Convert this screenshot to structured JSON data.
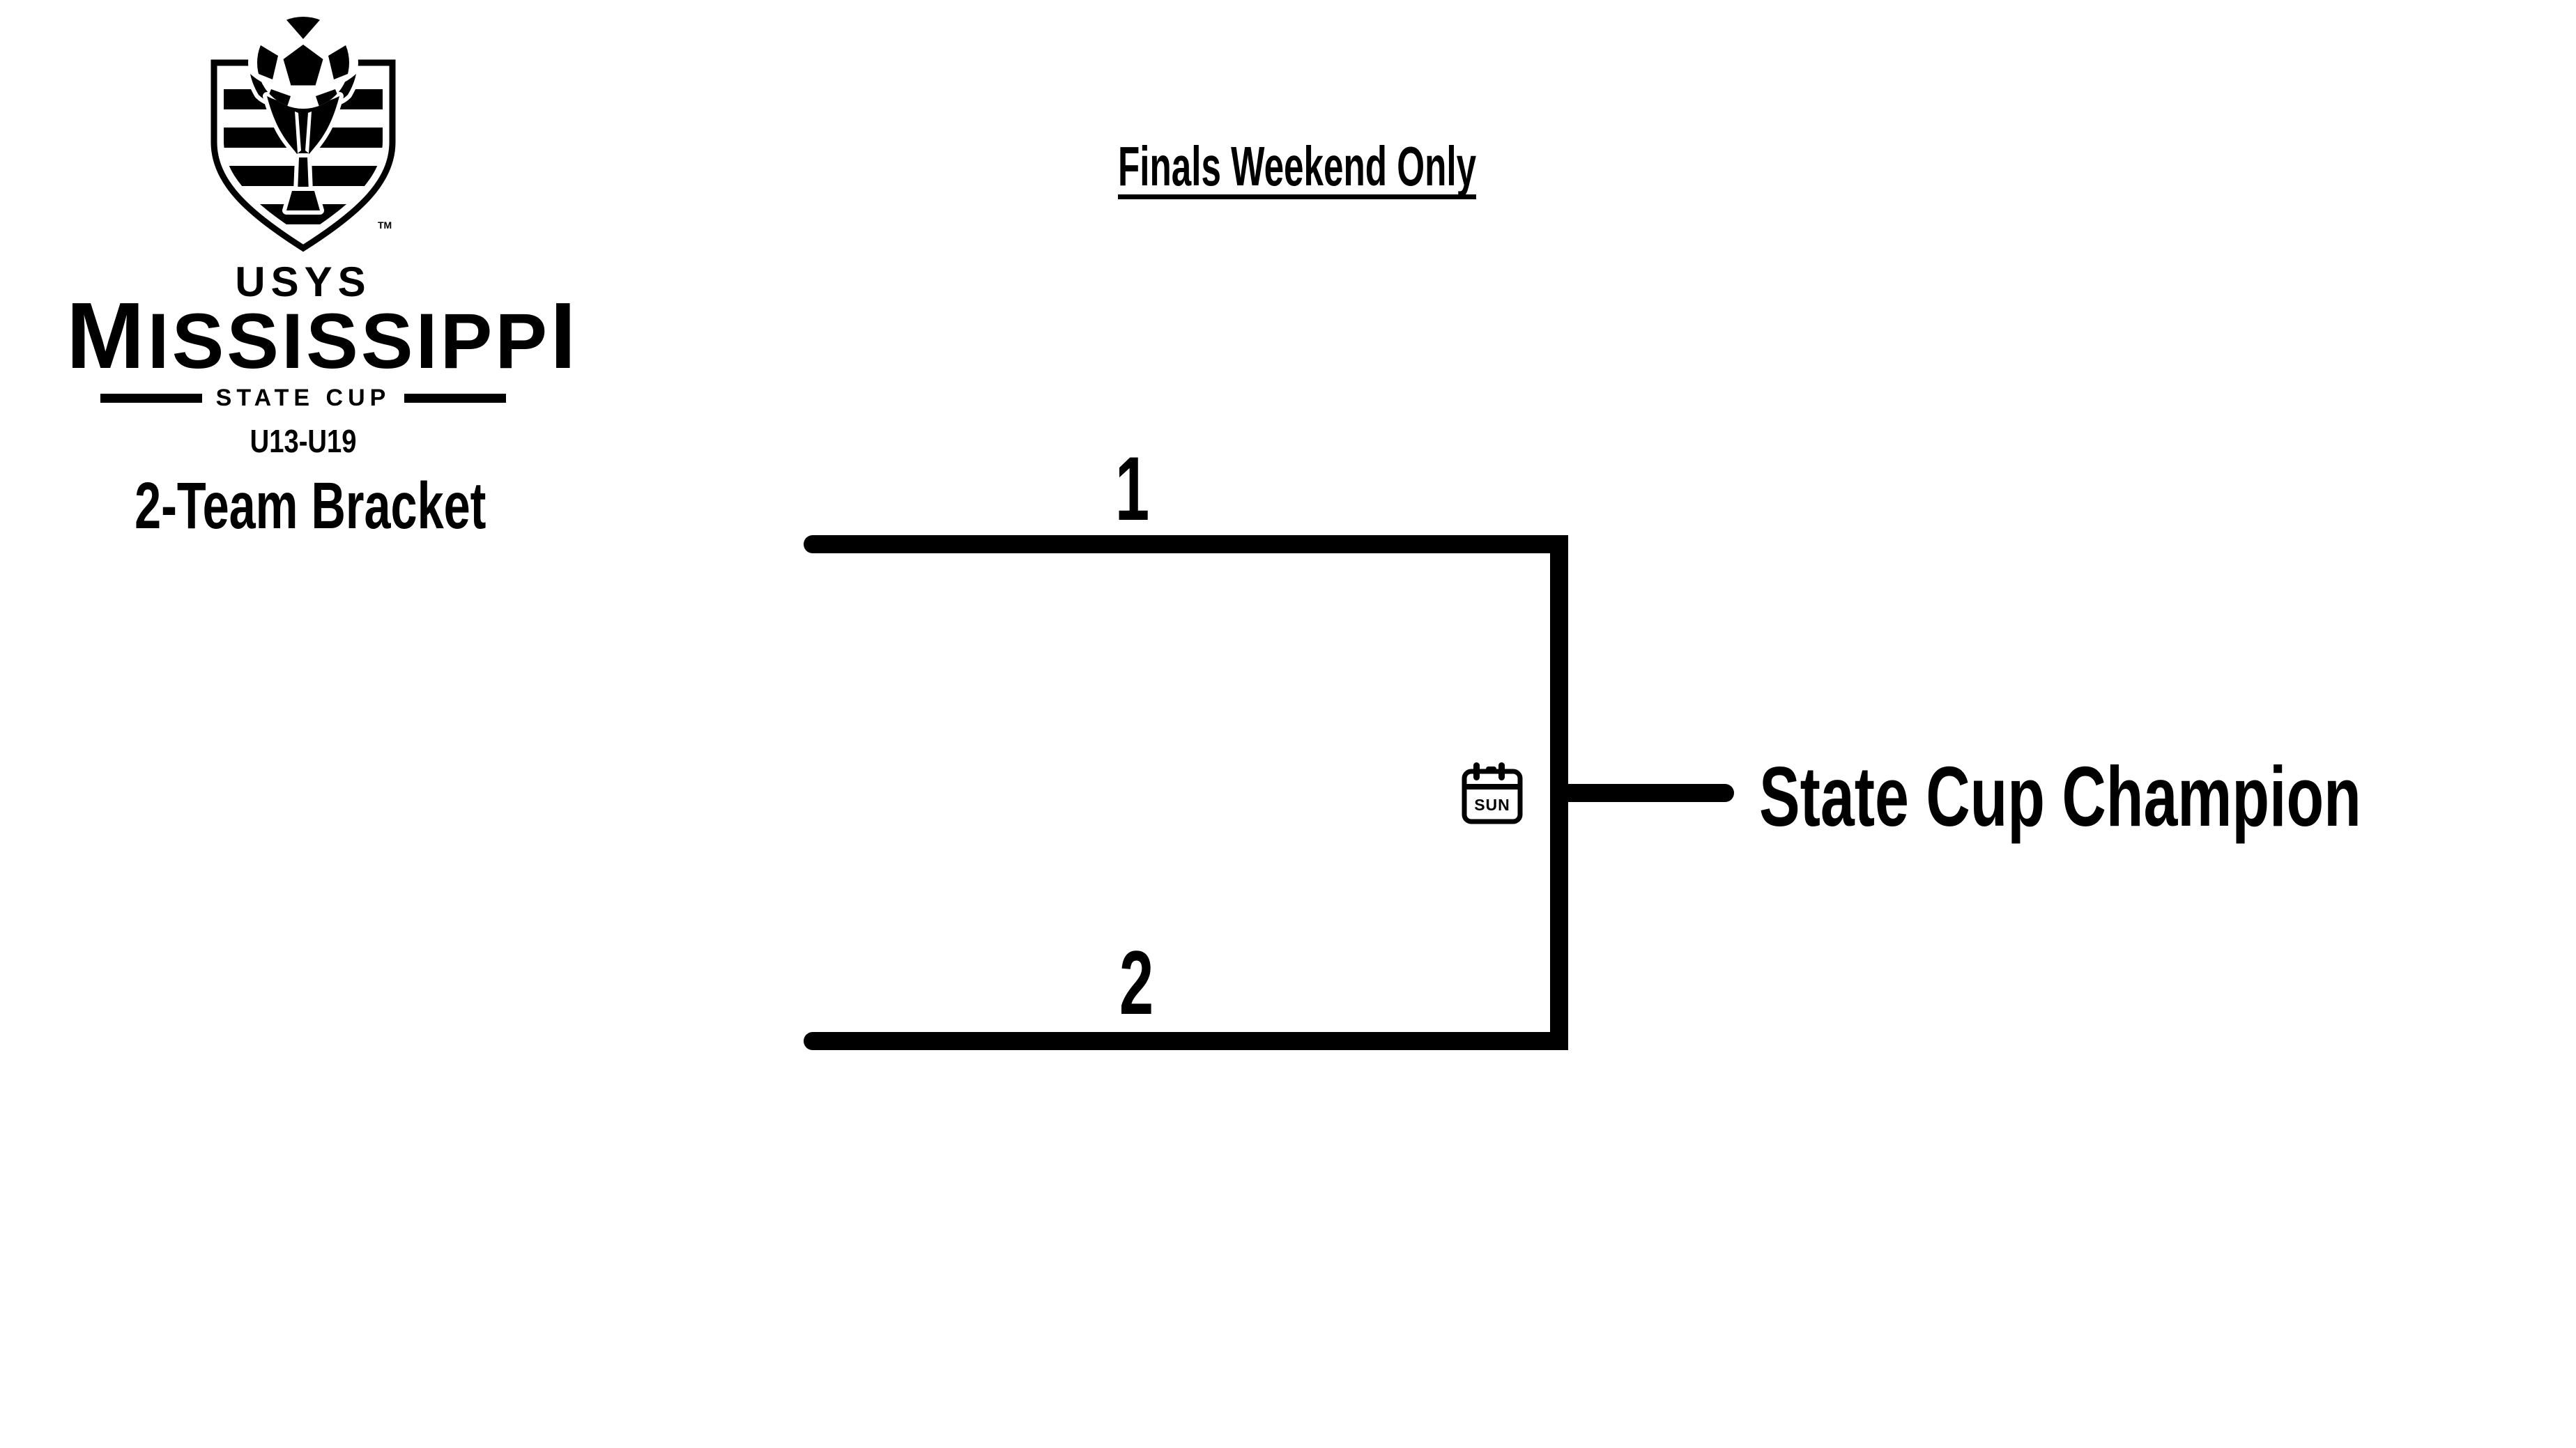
{
  "canvas": {
    "background": "#ffffff",
    "ink": "#000000"
  },
  "logo": {
    "crest_icon": "soccer-ball-shield-trophy-crest",
    "org": "USYS",
    "state": "MISSISSIPPI",
    "state_first": "M",
    "state_middle": "ISSISSIPP",
    "state_last": "I",
    "event": "STATE CUP",
    "trademark": "TM",
    "age_groups": "U13-U19",
    "bracket_type": "2-Team Bracket"
  },
  "heading": {
    "title": "Finals Weekend Only"
  },
  "bracket": {
    "seed_top": "1",
    "seed_bottom": "2",
    "final": {
      "calendar_icon": "calendar-sun-icon",
      "day_label": "SUN",
      "champion_label": "State Cup Champion"
    }
  }
}
